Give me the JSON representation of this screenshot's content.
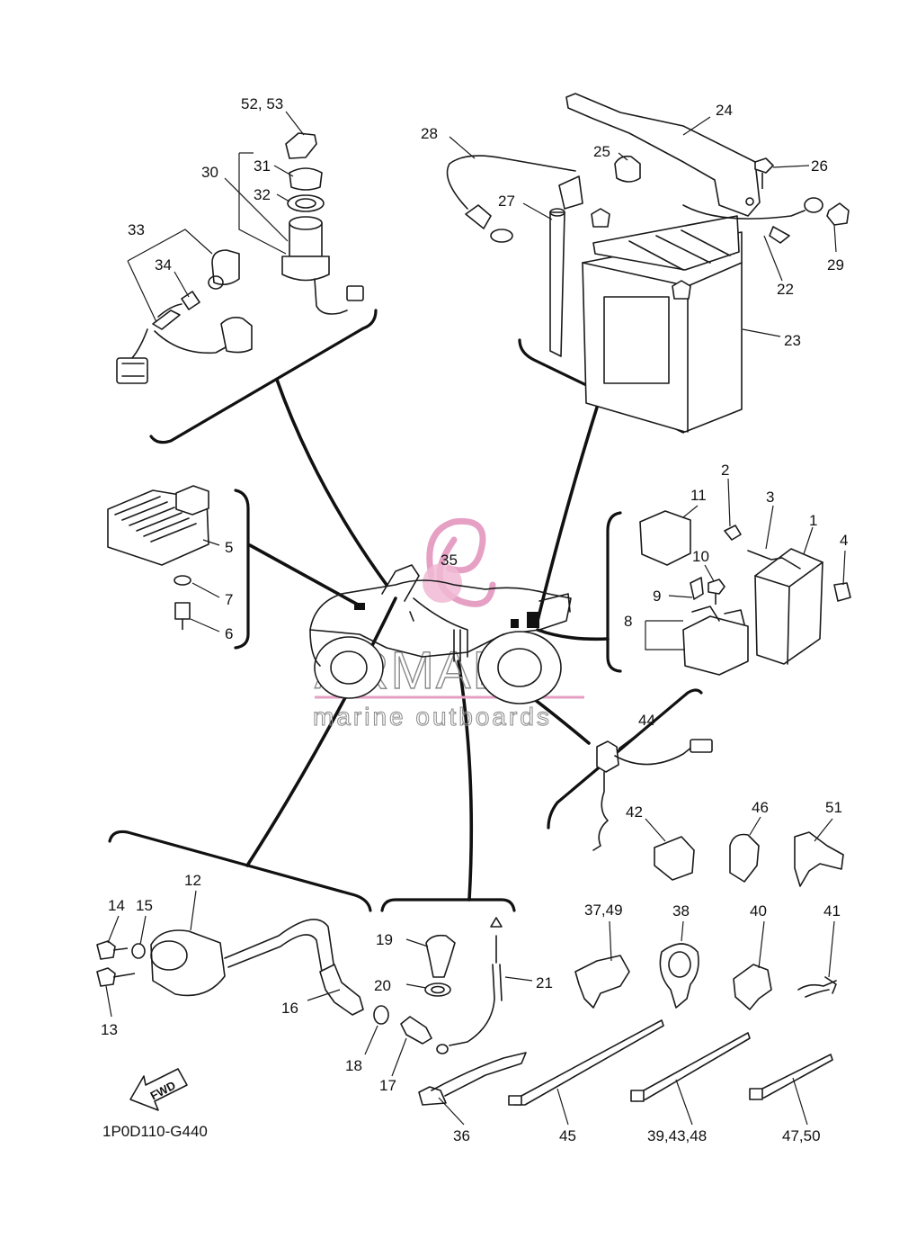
{
  "diagram_code": "1P0D110-G440",
  "fwd_label": "FWD",
  "watermark": {
    "brand": "ARMADA",
    "tagline": "marine outboards"
  },
  "callouts": {
    "c1": "1",
    "c2": "2",
    "c3": "3",
    "c4": "4",
    "c5": "5",
    "c6": "6",
    "c7": "7",
    "c8": "8",
    "c9": "9",
    "c10": "10",
    "c11": "11",
    "c12": "12",
    "c13": "13",
    "c14": "14",
    "c15": "15",
    "c16": "16",
    "c17": "17",
    "c18": "18",
    "c19": "19",
    "c20": "20",
    "c21": "21",
    "c22": "22",
    "c23": "23",
    "c24": "24",
    "c25": "25",
    "c26": "26",
    "c27": "27",
    "c28": "28",
    "c29": "29",
    "c30": "30",
    "c31": "31",
    "c32": "32",
    "c33": "33",
    "c34": "34",
    "c35": "35",
    "c36": "36",
    "c37_49": "37,49",
    "c38": "38",
    "c39_43_48": "39,43,48",
    "c40": "40",
    "c41": "41",
    "c42": "42",
    "c44": "44",
    "c45": "45",
    "c46": "46",
    "c47_50": "47,50",
    "c51": "51",
    "c52_53": "52, 53"
  }
}
